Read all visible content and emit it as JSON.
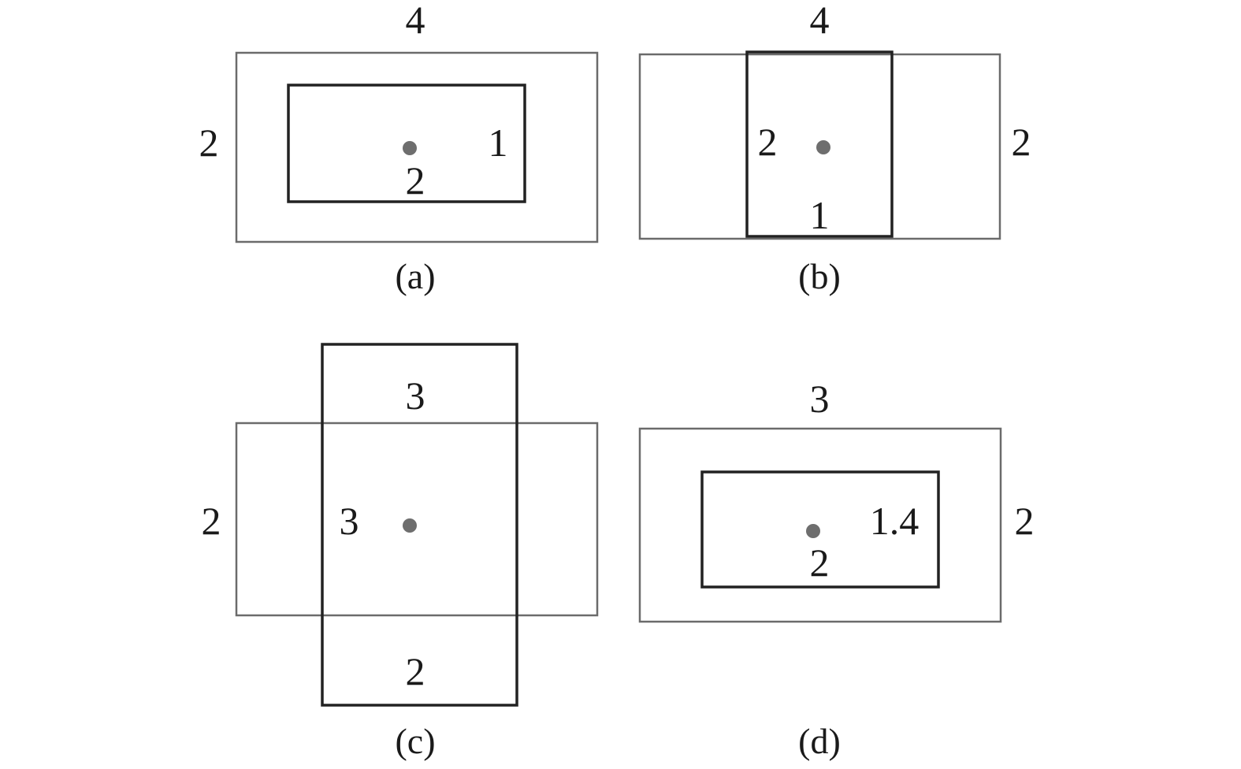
{
  "panels": [
    {
      "id": "a",
      "caption": "(a)",
      "outer_width_label": "4",
      "outer_height_label": "2",
      "inner_width_label": "2",
      "inner_height_label": "1"
    },
    {
      "id": "b",
      "caption": "(b)",
      "outer_width_label": "4",
      "outer_height_label": "2",
      "inner_width_label": "1",
      "inner_height_label": "2"
    },
    {
      "id": "c",
      "caption": "(c)",
      "outer_height_label": "2",
      "inner_top_label": "3",
      "inner_width_label": "2",
      "inner_height_label": "3"
    },
    {
      "id": "d",
      "caption": "(d)",
      "outer_width_label": "3",
      "outer_height_label": "2",
      "inner_width_label": "2",
      "inner_height_label": "1.4"
    }
  ],
  "colors": {
    "outer_rect": "#6b6b6b",
    "inner_rect": "#222222",
    "center_dot": "#6e6e6e"
  }
}
